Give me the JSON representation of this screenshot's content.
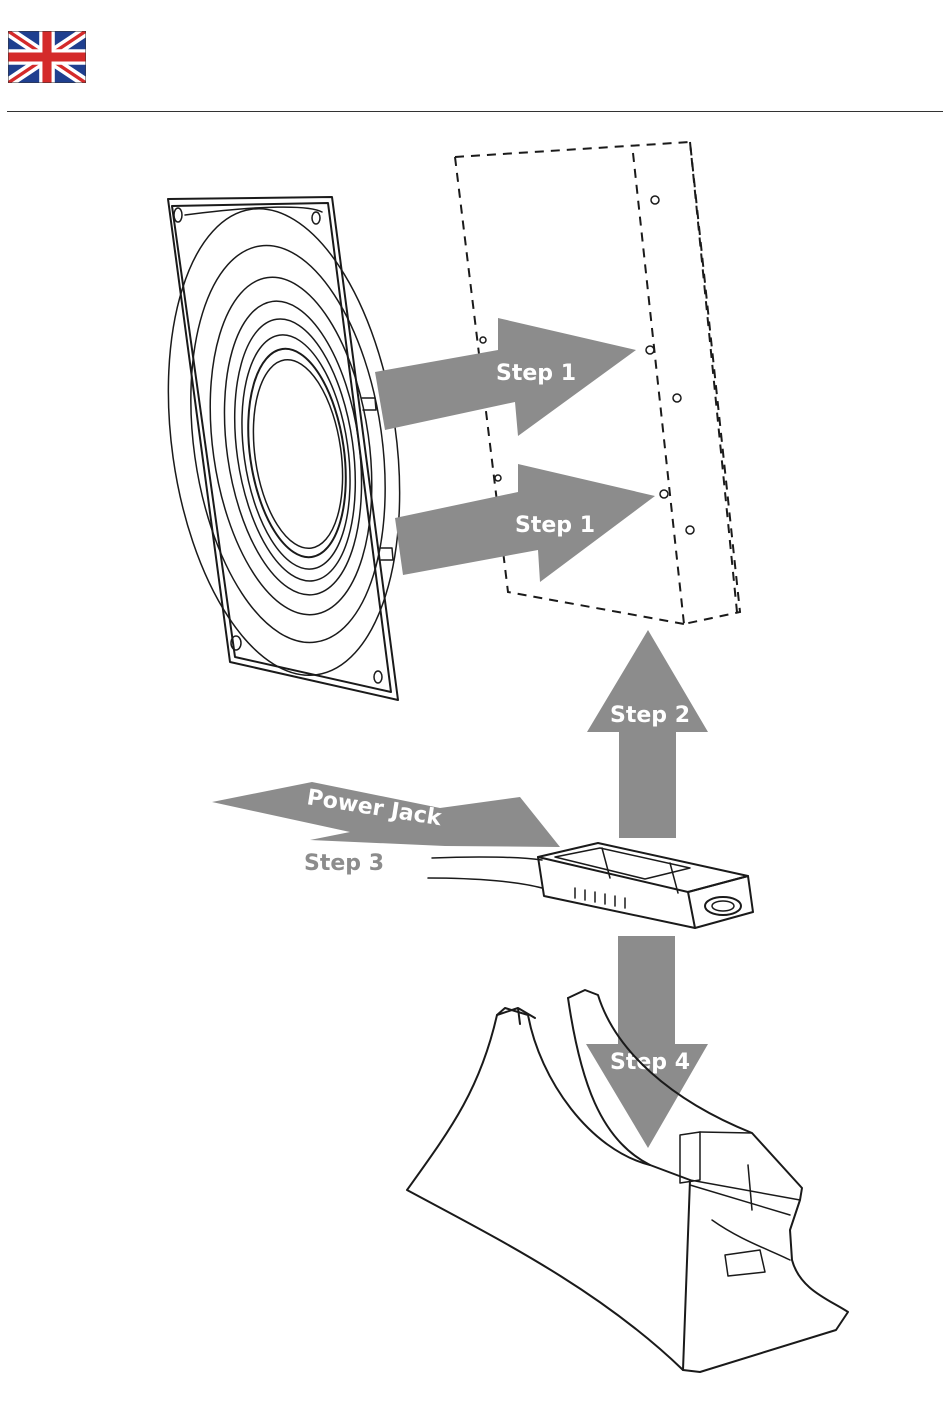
{
  "header": {
    "language_flag_icon": "uk-flag-icon"
  },
  "diagram": {
    "steps": {
      "step1_upper": "Step 1",
      "step1_lower": "Step 1",
      "step2": "Step 2",
      "step3": "Step 3",
      "step4": "Step 4",
      "power_jack": "Power Jack"
    },
    "colors": {
      "arrow": "#8c8c8c",
      "line_art": "#1a1a1a",
      "flag_blue": "#1f3f8f",
      "flag_red": "#d42a2a"
    }
  }
}
